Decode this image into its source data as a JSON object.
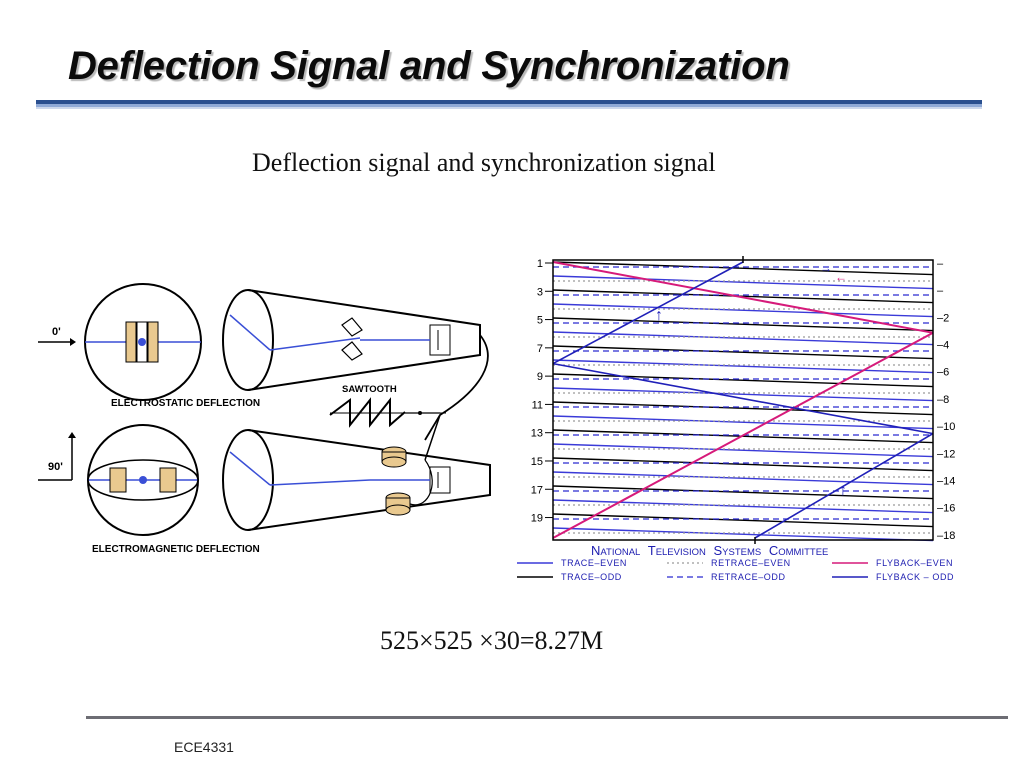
{
  "slide": {
    "title": "Deflection Signal and Synchronization",
    "subtitle": "Deflection signal and synchronization signal",
    "formula": "525×525 ×30=8.27M",
    "footer": "ECE4331"
  },
  "crt_figure": {
    "electrostatic_label": "ELECTROSTATIC DEFLECTION",
    "electromagnetic_label": "ELECTROMAGNETIC  DEFLECTION",
    "sawtooth_label": "SAWTOOTH",
    "angle_top": "0'",
    "angle_bottom": "90'",
    "colors": {
      "coil": "#e9c98f",
      "beam": "#3a4fd6",
      "line": "#000000"
    }
  },
  "scan_figure": {
    "left_ticks": [
      "1",
      "3",
      "5",
      "7",
      "9",
      "11",
      "13",
      "15",
      "17",
      "19"
    ],
    "right_ticks": [
      "–",
      "–",
      "–2",
      "–4",
      "–6",
      "–8",
      "–10",
      "–12",
      "–14",
      "–16",
      "–18"
    ],
    "heading": {
      "word1_initial": "N",
      "word1_rest": "ATIONAL",
      "word2_initial": "T",
      "word2_rest": "ELEVISION",
      "word3_initial": "S",
      "word3_rest": "YSTEMS",
      "word4_initial": "C",
      "word4_rest": "OMMITTEE"
    },
    "legend": [
      {
        "label": "TRACE–EVEN",
        "color": "#3a3ad8",
        "style": "solid"
      },
      {
        "label": "TRACE–ODD",
        "color": "#000000",
        "style": "solid"
      },
      {
        "label": "RETRACE–EVEN",
        "color": "#9a9a9a",
        "style": "dotted"
      },
      {
        "label": "RETRACE–ODD",
        "color": "#2b2bd0",
        "style": "dashed"
      },
      {
        "label": "FLYBACK–EVEN",
        "color": "#d61a7a",
        "style": "solid"
      },
      {
        "label": "FLYBACK – ODD",
        "color": "#2020b8",
        "style": "solid"
      }
    ],
    "colors": {
      "trace_even": "#3a3ad8",
      "trace_odd": "#000000",
      "retrace_even": "#9a9a9a",
      "retrace_odd": "#2b2bd0",
      "flyback_even": "#d61a7a",
      "flyback_odd": "#2020b8",
      "heading": "#1d1db0"
    }
  },
  "theme": {
    "rule_dark": "#2a4f8f",
    "rule_light": "#8fa9d6",
    "footer_rule": "#6d6d74"
  }
}
